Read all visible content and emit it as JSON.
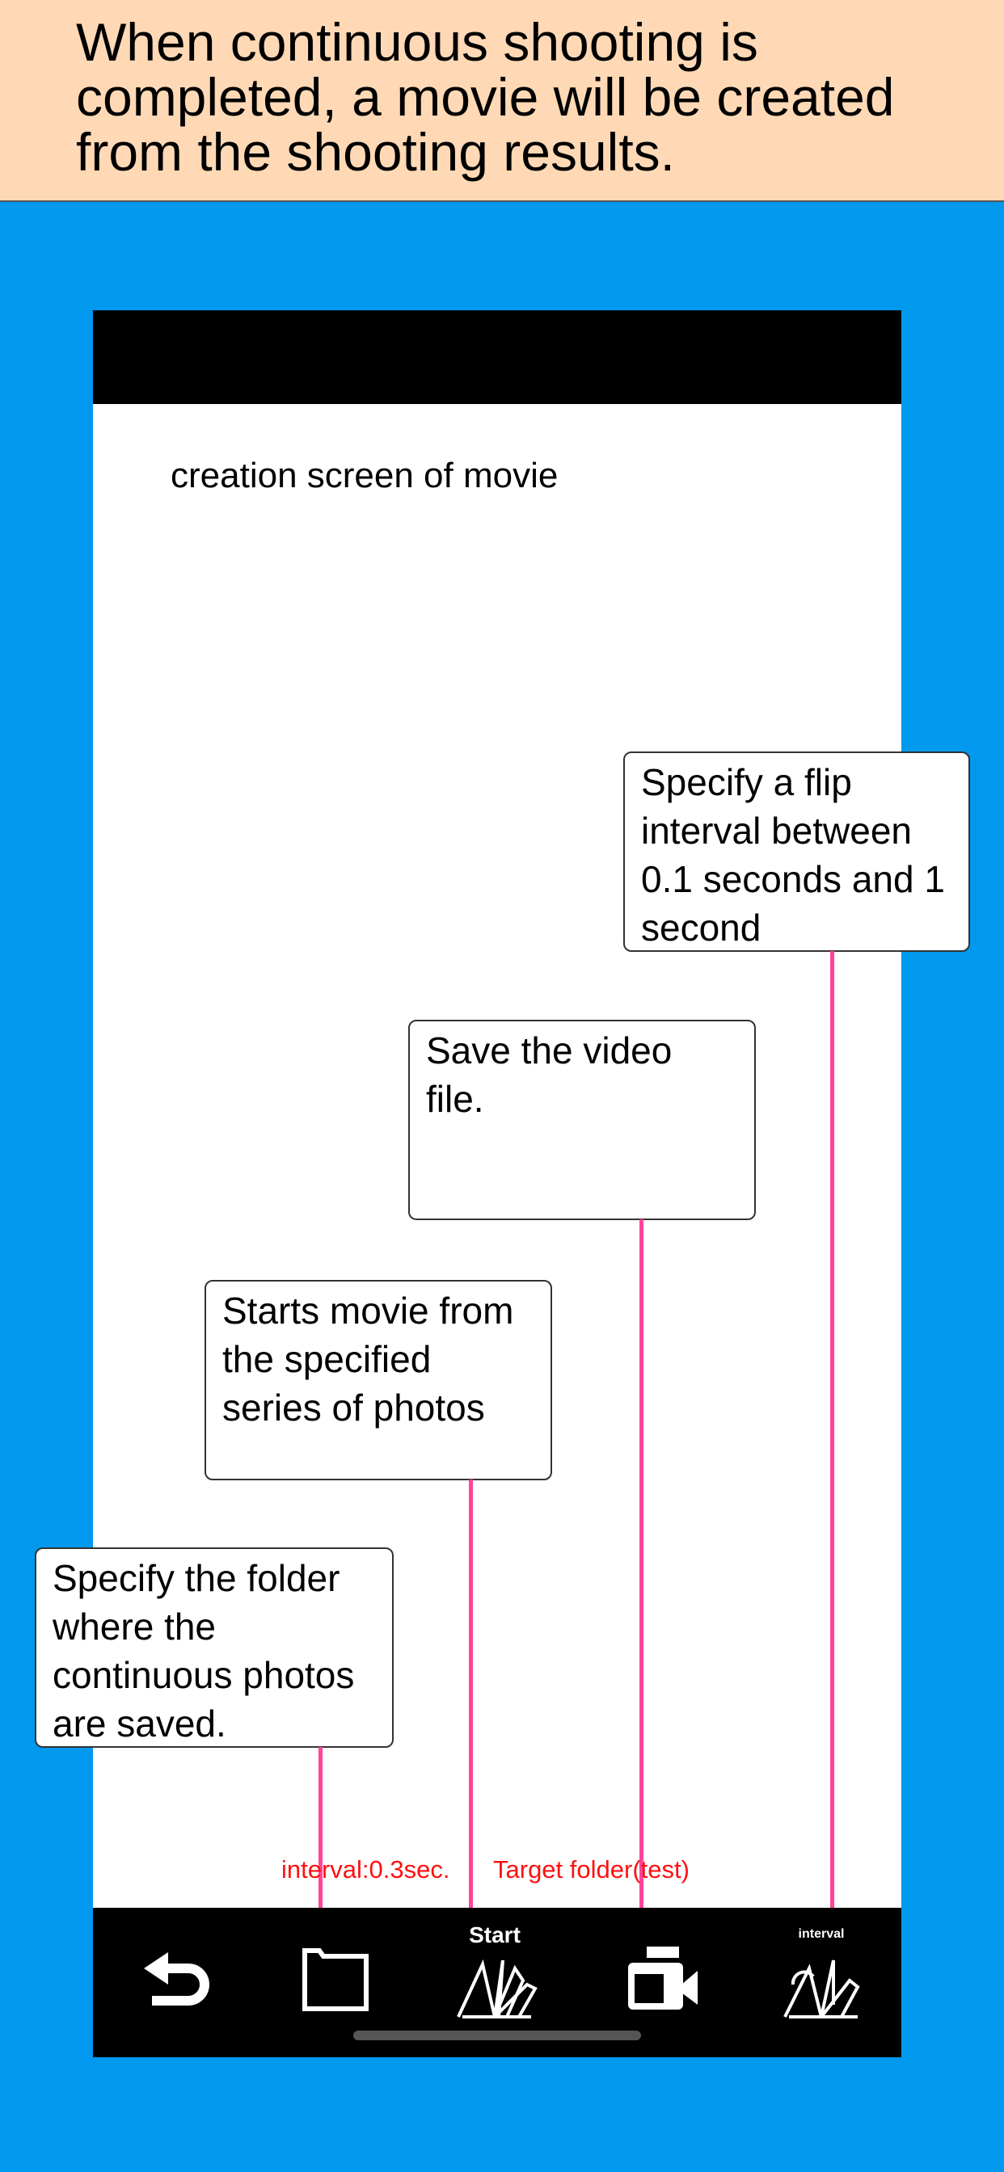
{
  "banner": {
    "text": "When continuous shooting is completed, a movie will be created from the shooting results."
  },
  "screen": {
    "title": "creation screen of movie"
  },
  "callouts": {
    "interval": "Specify a flip interval between 0.1 seconds and 1 second",
    "save": "Save the video file.",
    "start": "Starts movie from the specified series of photos",
    "folder": "Specify the folder where the continuous photos are saved."
  },
  "status": {
    "interval": "interval:0.3sec.",
    "target": "Target folder(test)"
  },
  "toolbar": {
    "start_label": "Start",
    "interval_label": "interval"
  },
  "colors": {
    "background": "#0099EE",
    "banner": "#FFD9B5",
    "arrow": "#FF4499",
    "status": "#ff1010"
  }
}
